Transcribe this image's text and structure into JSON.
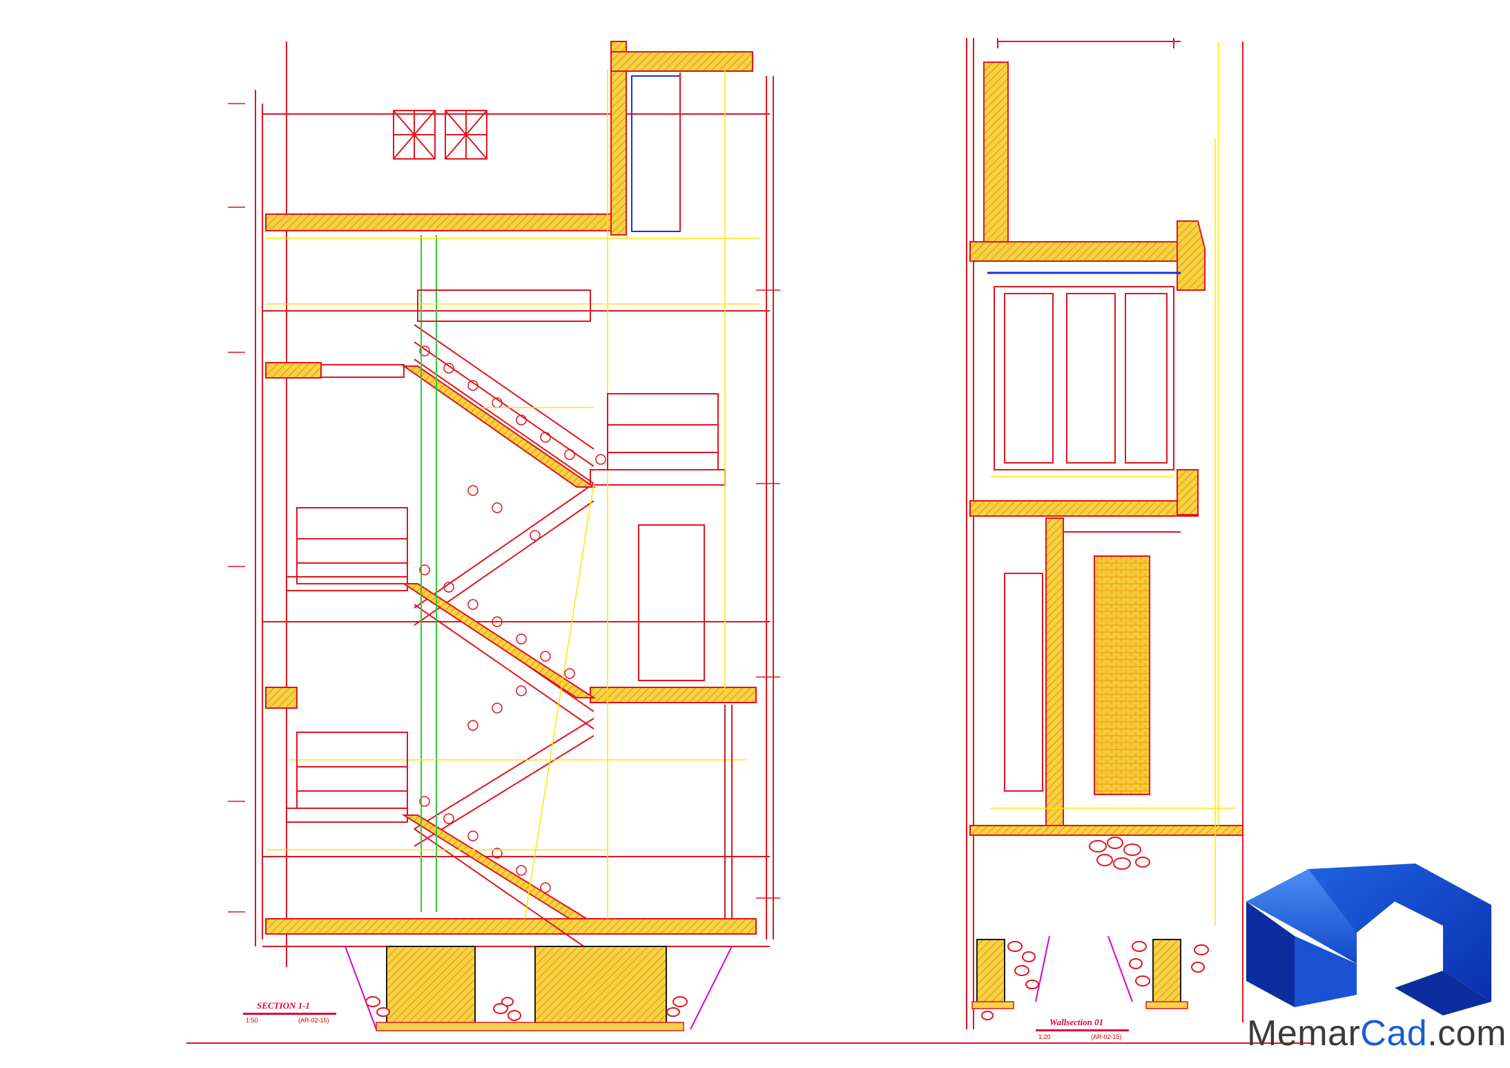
{
  "section_left": {
    "title": "SECTION 1-1",
    "scale": "1:50",
    "ref": "(AR-02-15)"
  },
  "section_right": {
    "title": "Wallsection 01",
    "scale": "1:20",
    "ref": "(AR-02-15)"
  },
  "logo": {
    "name_main": "Memar",
    "name_accent": "Cad",
    "name_suffix": ".com"
  },
  "colors": {
    "background": "#ffffff",
    "line_red": "#e0141e",
    "line_yellow": "#ffe600",
    "hatch_orange": "#f2b800",
    "fill_yellow": "#f7d24a",
    "line_green": "#2ecc40",
    "line_blue": "#1c2fd6",
    "line_magenta": "#d400d4",
    "logo_blue": "#1a5bd6"
  }
}
